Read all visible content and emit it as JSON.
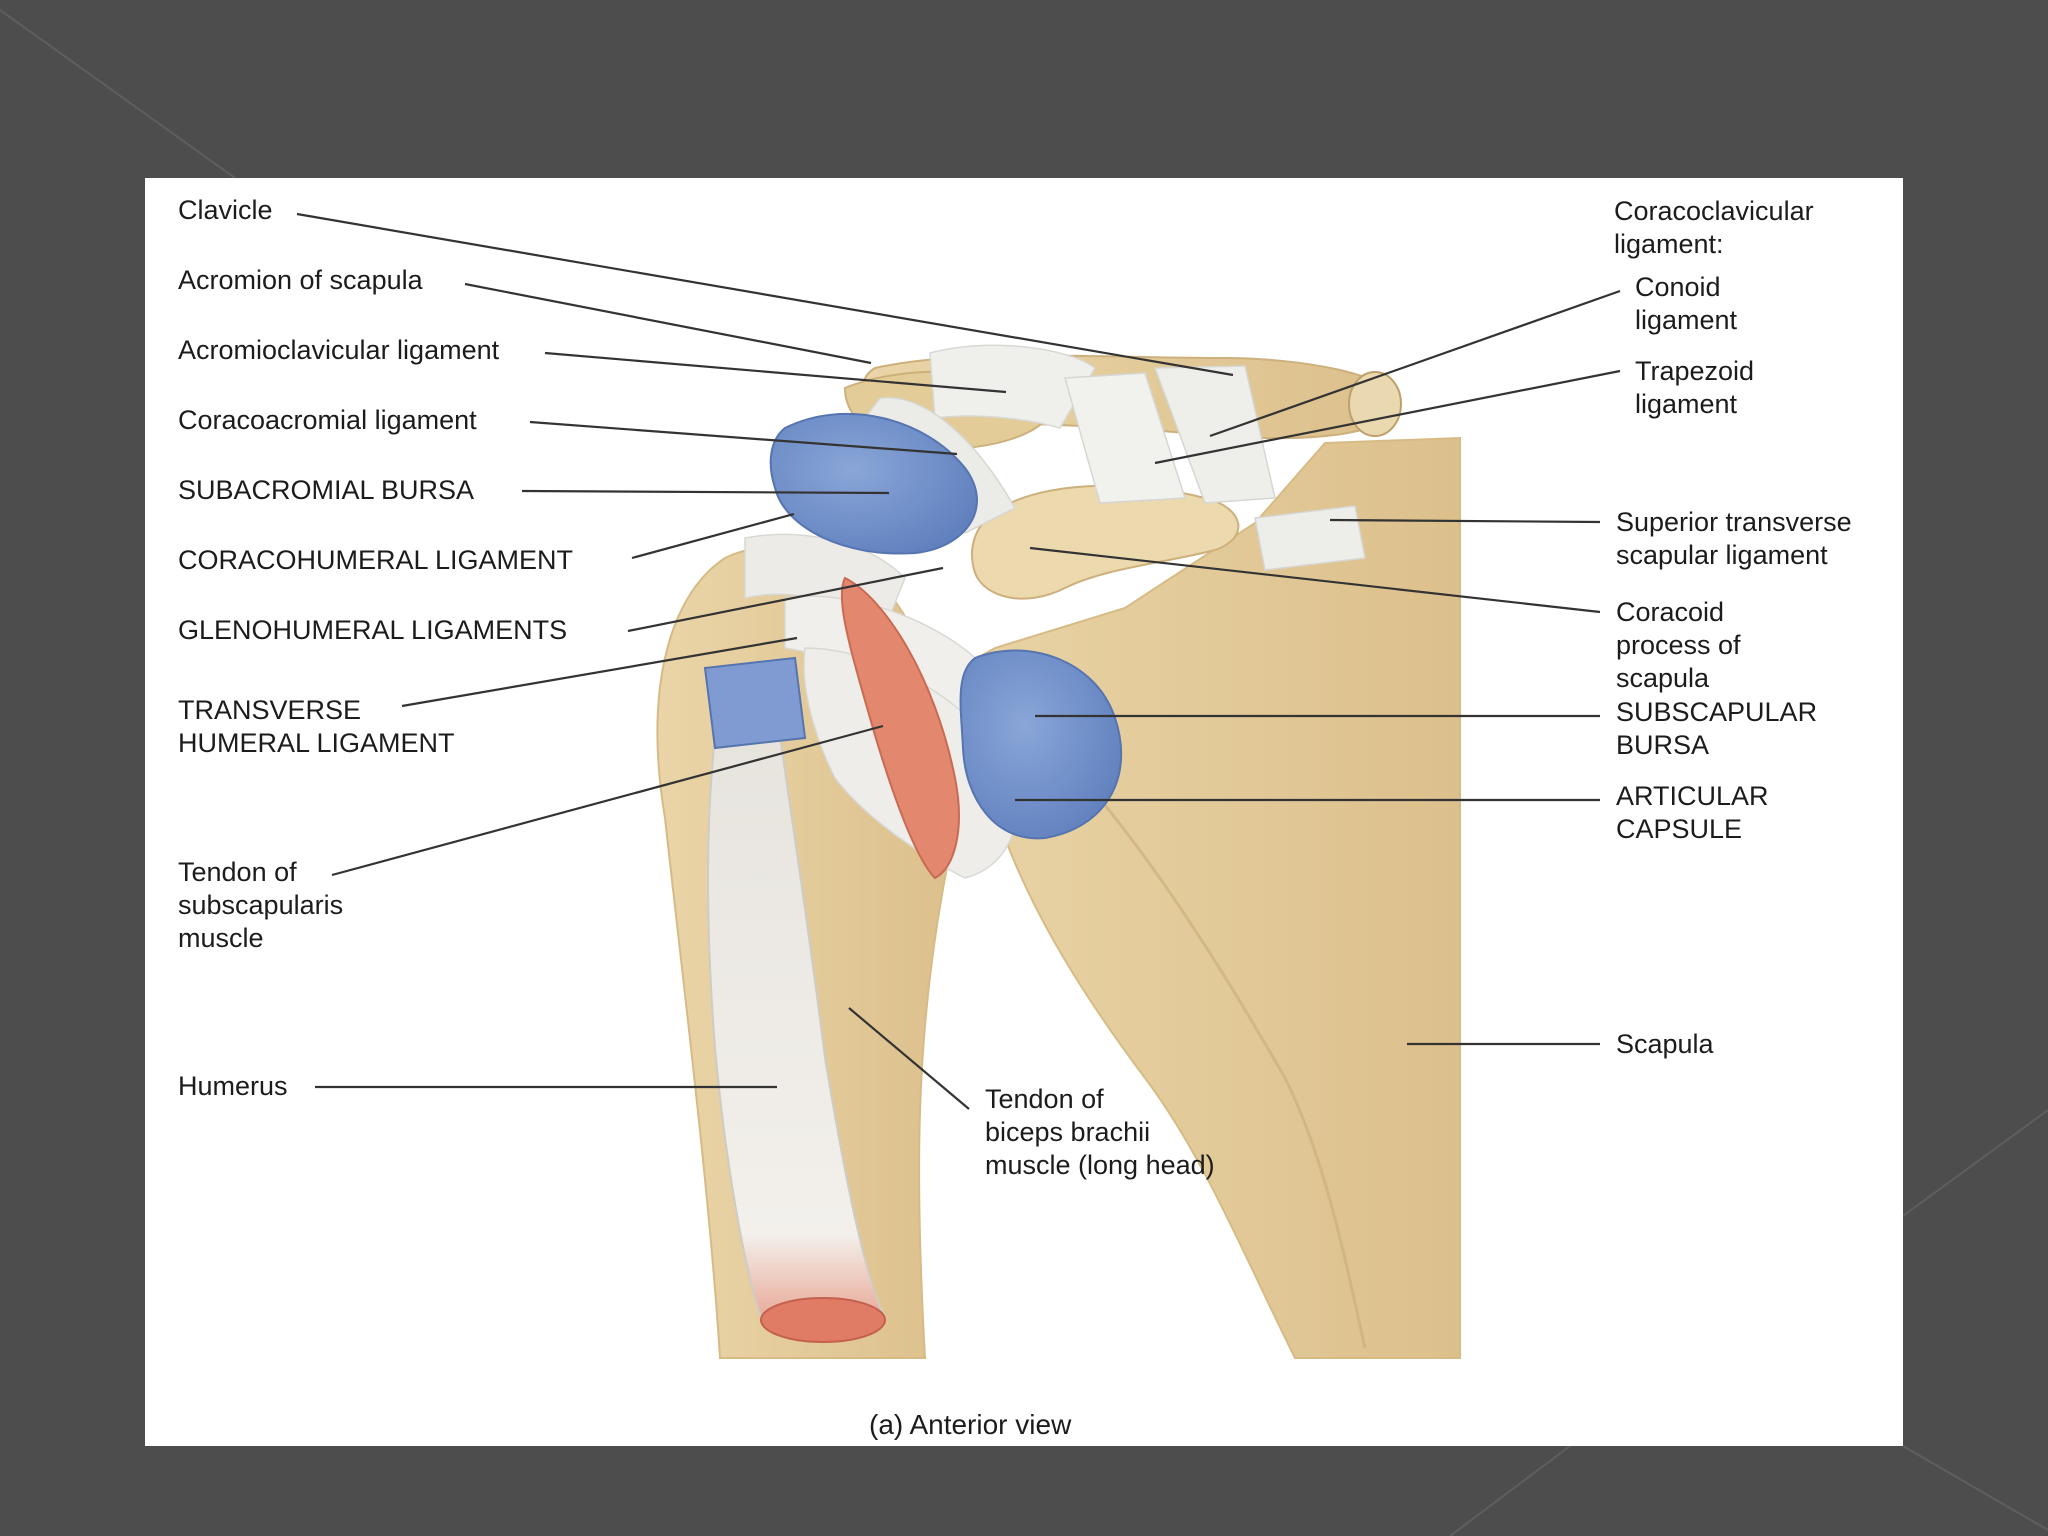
{
  "slide": {
    "background_color": "#4d4d4d",
    "panel_color": "#ffffff"
  },
  "figure": {
    "caption": "(a) Anterior view",
    "colors": {
      "bone": "#e7cf9f",
      "bone_shadow": "#c9ad7a",
      "ligament": "#ececea",
      "bursa": "#6f8fc8",
      "tendon_cut": "#e0846f",
      "leader_line": "#333333"
    },
    "labels": {
      "clavicle": "Clavicle",
      "acromion": "Acromion of scapula",
      "acromioclavicular": "Acromioclavicular ligament",
      "coracoacromial": "Coracoacromial ligament",
      "subacromial_bursa": "SUBACROMIAL BURSA",
      "coracohumeral": "CORACOHUMERAL LIGAMENT",
      "glenohumeral": "GLENOHUMERAL LIGAMENTS",
      "transverse_humeral": "TRANSVERSE\nHUMERAL LIGAMENT",
      "tendon_subscapularis": "Tendon of\nsubscapularis\nmuscle",
      "humerus": "Humerus",
      "tendon_biceps": "Tendon of\nbiceps brachii\nmuscle (long head)",
      "coracoclavicular": "Coracoclavicular\nligament:",
      "conoid": "Conoid\nligament",
      "trapezoid": "Trapezoid\nligament",
      "superior_transverse": "Superior transverse\nscapular ligament",
      "coracoid": "Coracoid\nprocess of\nscapula",
      "subscapular_bursa": "SUBSCAPULAR\nBURSA",
      "articular_capsule": "ARTICULAR\nCAPSULE",
      "scapula": "Scapula"
    }
  }
}
